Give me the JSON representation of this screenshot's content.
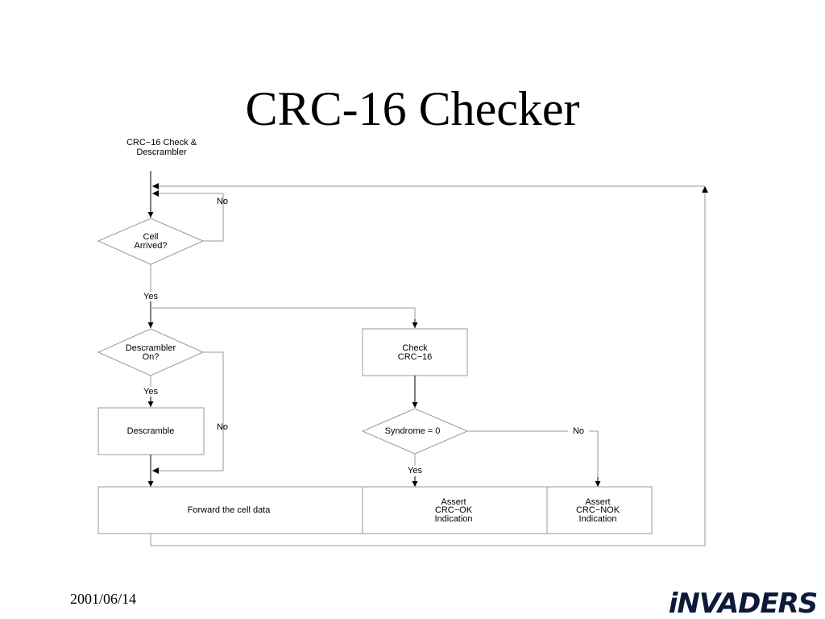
{
  "title": "CRC-16 Checker",
  "date": "2001/06/14",
  "logo_text": "iNVADERS",
  "diagram": {
    "heading_line1": "CRC−16 Check &",
    "heading_line2": "Descrambler",
    "cell_arrived_1": "Cell",
    "cell_arrived_2": "Arrived?",
    "descrambler_on_1": "Descrambler",
    "descrambler_on_2": "On?",
    "descramble": "Descramble",
    "check_crc_1": "Check",
    "check_crc_2": "CRC−16",
    "syndrome": "Syndrome = 0",
    "forward": "Forward the cell data",
    "assert_ok_1": "Assert",
    "assert_ok_2": "CRC−OK",
    "assert_ok_3": "Indication",
    "assert_nok_1": "Assert",
    "assert_nok_2": "CRC−NOK",
    "assert_nok_3": "Indication",
    "yes": "Yes",
    "no": "No"
  }
}
